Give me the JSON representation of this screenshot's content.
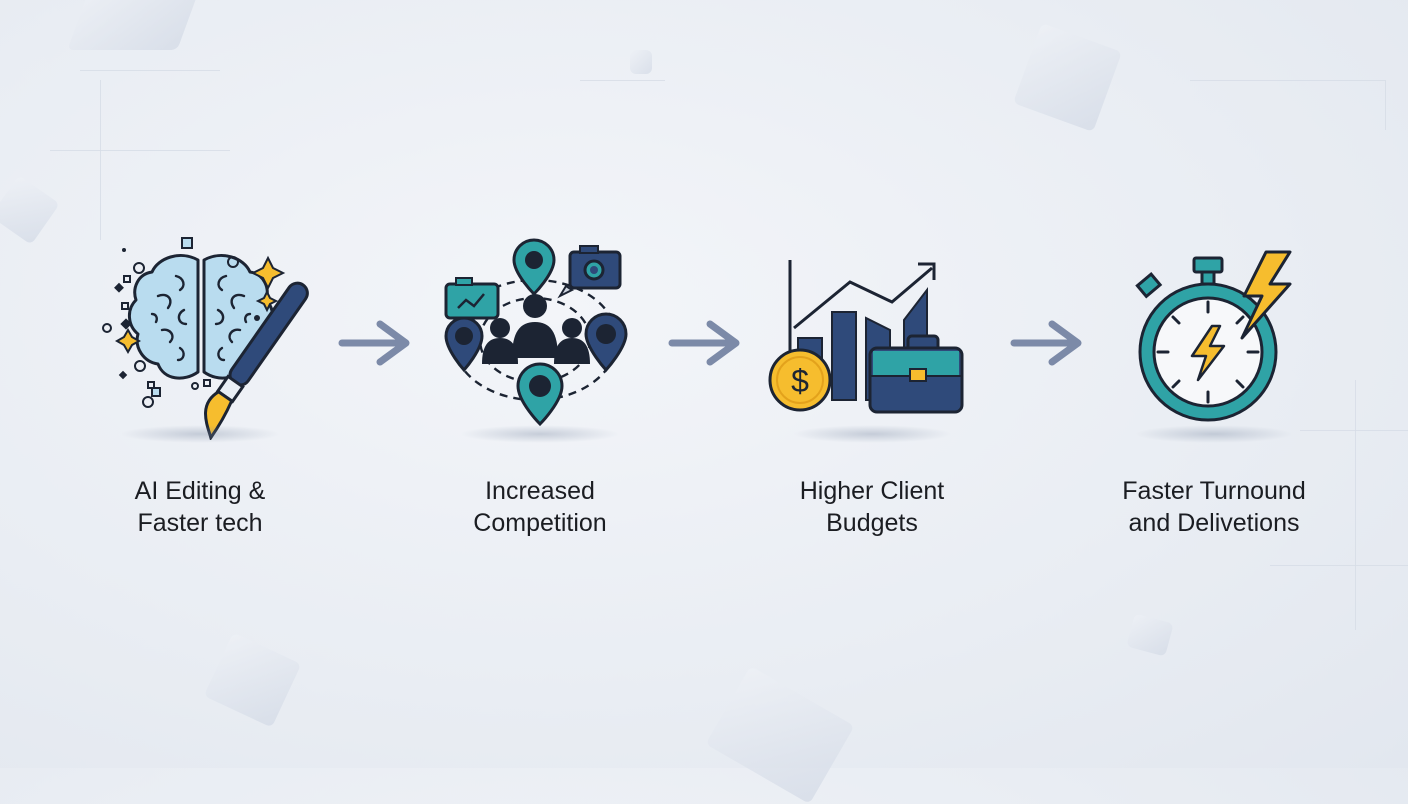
{
  "diagram": {
    "type": "process-flow",
    "steps": [
      {
        "id": "ai-editing",
        "icon": "brain-paintbrush-icon",
        "line1": "AI Editing &",
        "line2": "Faster tech"
      },
      {
        "id": "competition",
        "icon": "people-network-icon",
        "line1": "Increased",
        "line2": "Competition"
      },
      {
        "id": "budgets",
        "icon": "growth-chart-money-icon",
        "line1": "Higher Client",
        "line2": "Budgets"
      },
      {
        "id": "turnaround",
        "icon": "stopwatch-lightning-icon",
        "line1": "Faster Turnound",
        "line2": "and Delivetions"
      }
    ],
    "connectors": [
      "arrow-right",
      "arrow-right",
      "arrow-right"
    ]
  },
  "colors": {
    "navy": "#2f4a7a",
    "teal": "#2fa3a6",
    "gold": "#f6bd2e",
    "brain": "#b9dcef",
    "arrow": "#7c8aa8",
    "text": "#1b1d22"
  }
}
